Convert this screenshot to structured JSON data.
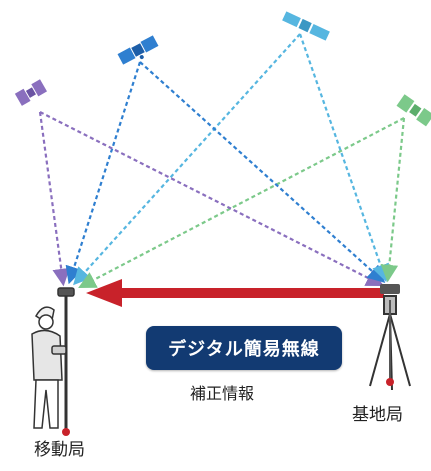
{
  "labels": {
    "mobile_station": "移動局",
    "base_station": "基地局",
    "correction_info": "補正情報",
    "digital_radio": "デジタル簡易無線"
  },
  "satellites": [
    {
      "id": "sat-purple",
      "color": "#8a6fbe"
    },
    {
      "id": "sat-blue",
      "color": "#2f7fd0"
    },
    {
      "id": "sat-cyan",
      "color": "#56b6e0"
    },
    {
      "id": "sat-green",
      "color": "#7cc98a"
    }
  ],
  "colors": {
    "radio_arrow": "#c8222a",
    "badge_background": "#123a72",
    "figure_outline": "#333333"
  }
}
